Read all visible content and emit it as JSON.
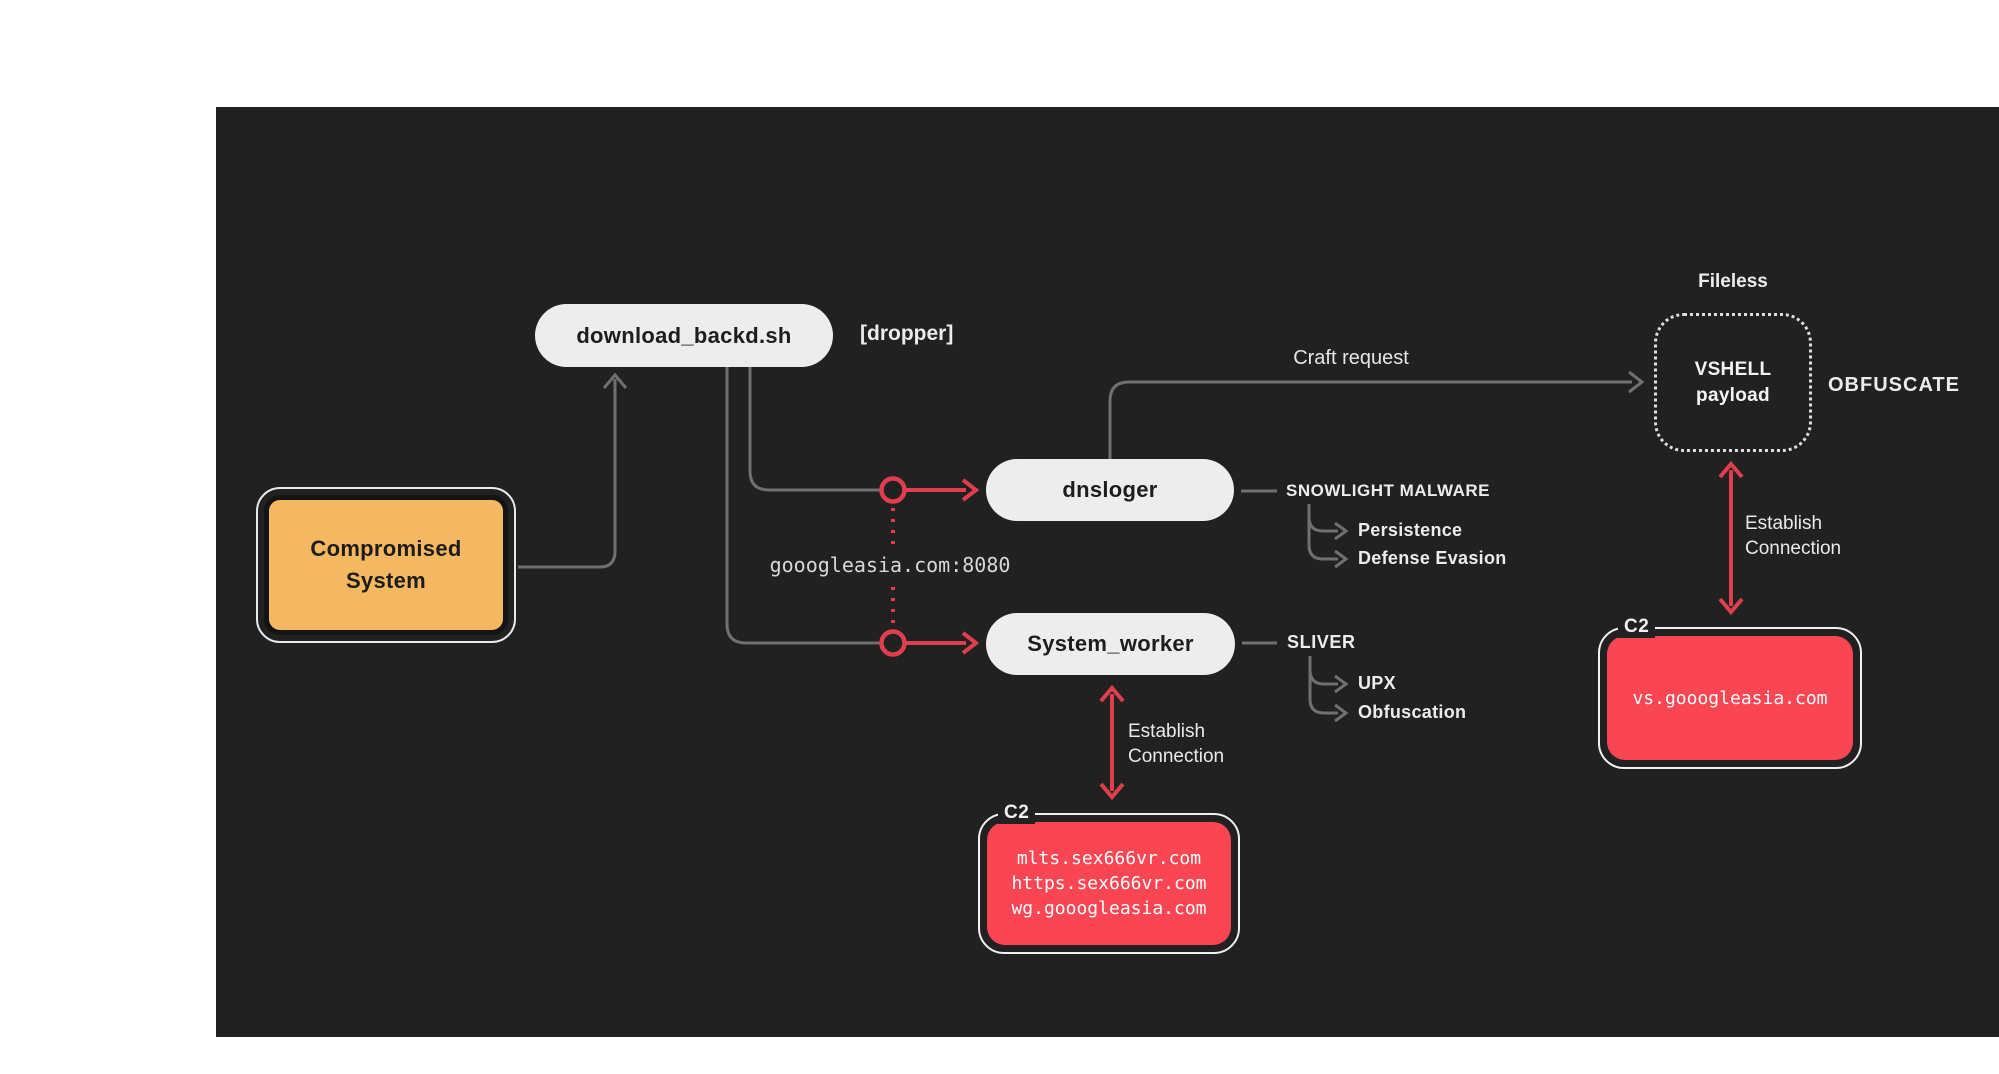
{
  "diagram": {
    "nodes": {
      "compromised": {
        "label": "Compromised System"
      },
      "dropper": {
        "label": "download_backd.sh",
        "tag": "[dropper]"
      },
      "dnsloger": {
        "label": "dnsloger"
      },
      "system_worker": {
        "label": "System_worker"
      },
      "vshell": {
        "label": "VSHELL payload"
      }
    },
    "annotations": {
      "fileless": "Fileless",
      "obfuscate": "OBFUSCATE",
      "craft_request": "Craft request",
      "connector_domain": "gooogleasia.com:8080",
      "establish_connection": {
        "line1": "Establish",
        "line2": "Connection"
      },
      "snowlight": {
        "title": "SNOWLIGHT MALWARE",
        "items": [
          "Persistence",
          "Defense Evasion"
        ]
      },
      "sliver": {
        "title": "SLIVER",
        "items": [
          "UPX",
          "Obfuscation"
        ]
      }
    },
    "c2_right": {
      "label": "C2",
      "domains": [
        "vs.gooogleasia.com"
      ]
    },
    "c2_bottom": {
      "label": "C2",
      "domains": [
        "mlts.sex666vr.com",
        "https.sex666vr.com",
        "wg.gooogleasia.com"
      ]
    },
    "colors": {
      "page_background": "#ffffff",
      "board_background": "#212121",
      "node_pill": "#EDEDED",
      "node_text": "#1d1d1d",
      "compromised_orange": "#F4B860",
      "c2_red": "#FA4553",
      "arrow_red": "#E03E4D",
      "line_gray": "#707070",
      "text_light": "#ECECEC"
    }
  }
}
